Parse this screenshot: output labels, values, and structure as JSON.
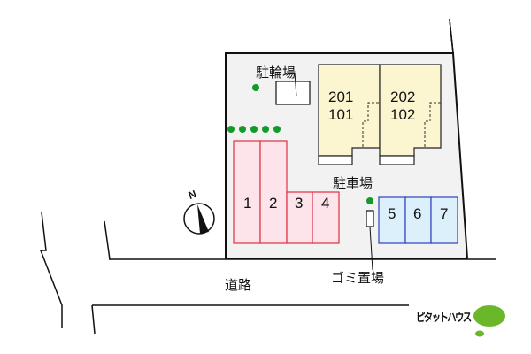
{
  "labels": {
    "bicycle_parking": "駐輪場",
    "parking": "駐車場",
    "road": "道路",
    "garbage": "ゴミ置場",
    "brand": "ピタットハウス"
  },
  "units": [
    {
      "upper": "201",
      "lower": "101"
    },
    {
      "upper": "202",
      "lower": "102"
    }
  ],
  "parking_spaces": {
    "red": [
      "1",
      "2",
      "3",
      "4"
    ],
    "blue": [
      "5",
      "6",
      "7"
    ]
  },
  "compass": {
    "label": "N"
  },
  "colors": {
    "lot": "#f2f2f2",
    "building": "#fbf6d0",
    "parking_red_fill": "#fde3ea",
    "parking_red_border": "#e03040",
    "parking_blue_fill": "#dcf0fb",
    "parking_blue_border": "#2d3fc0",
    "tree": "#139a2a",
    "brand_green": "#6ab82a"
  }
}
